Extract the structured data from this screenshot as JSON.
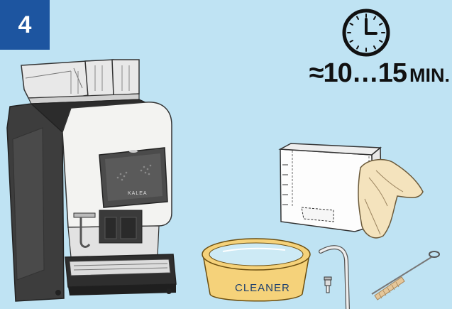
{
  "step": {
    "number": "4"
  },
  "duration": {
    "value": "≈10…15",
    "unit": "MIN."
  },
  "machine": {
    "brand": "KALEA"
  },
  "bowl": {
    "label": "CLEANER"
  },
  "icons": [
    "clock-icon",
    "coffee-machine",
    "water-tank",
    "cloth",
    "cleaner-bowl",
    "tube",
    "nozzle",
    "brush"
  ],
  "colors": {
    "background": "#bfe3f3",
    "badge": "#1d55a0",
    "bowl": "#f5d27a",
    "cloth": "#f4e3bd"
  }
}
